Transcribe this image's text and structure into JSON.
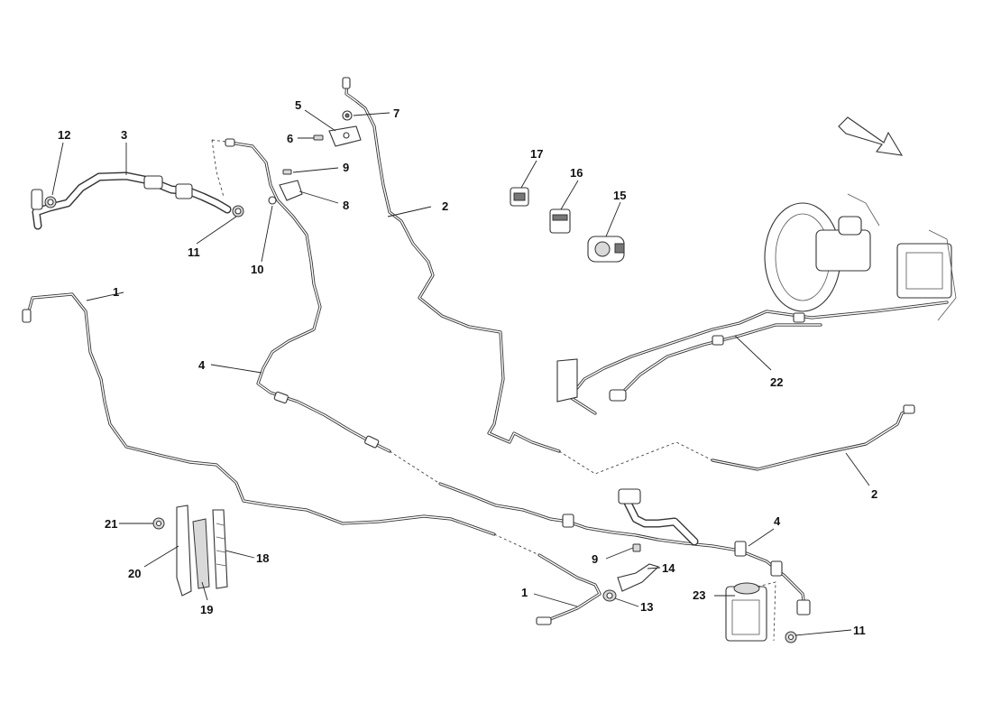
{
  "callouts": {
    "c1a": "1",
    "c1b": "1",
    "c2a": "2",
    "c2b": "2",
    "c3": "3",
    "c4a": "4",
    "c4b": "4",
    "c5": "5",
    "c6": "6",
    "c7": "7",
    "c8": "8",
    "c9a": "9",
    "c9b": "9",
    "c10": "10",
    "c11a": "11",
    "c11b": "11",
    "c12": "12",
    "c13": "13",
    "c14": "14",
    "c15": "15",
    "c16": "16",
    "c17": "17",
    "c18": "18",
    "c19": "19",
    "c20": "20",
    "c21": "21",
    "c22": "22",
    "c23": "23"
  },
  "icons": {
    "direction_arrow": "front-direction-arrow-icon"
  }
}
